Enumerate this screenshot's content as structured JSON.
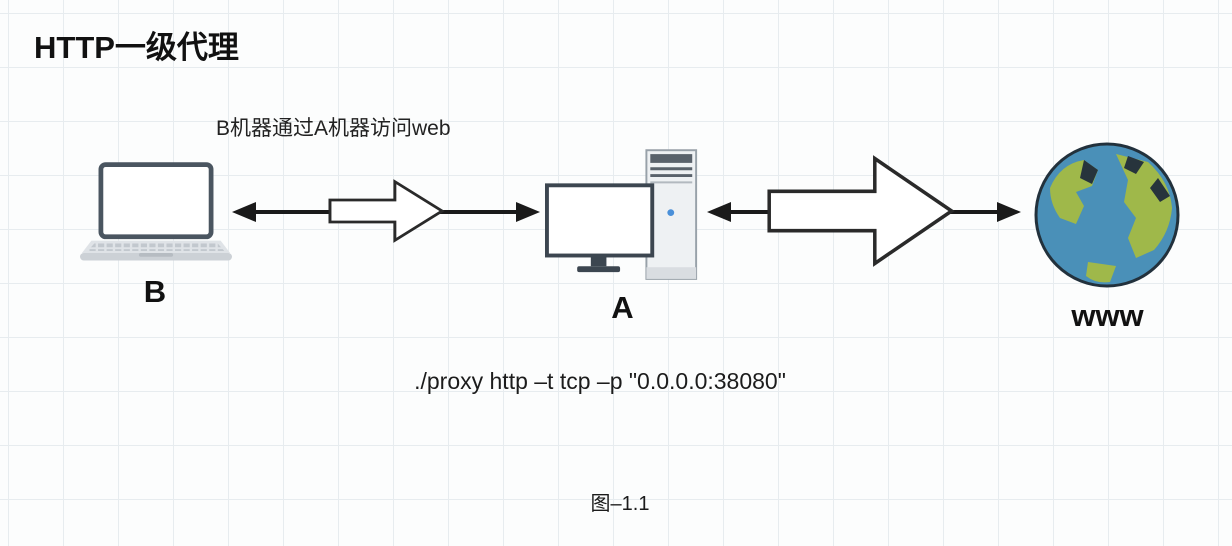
{
  "diagram": {
    "title": "HTTP一级代理",
    "subtitle": "B机器通过A机器访问web",
    "nodes": [
      {
        "id": "client-laptop",
        "label": "B"
      },
      {
        "id": "proxy-server",
        "label": "A"
      },
      {
        "id": "web",
        "label": "www"
      }
    ],
    "command": "./proxy http –t tcp –p \"0.0.0.0:38080\"",
    "caption": "图–1.1",
    "colors": {
      "grid": "#e7ecef",
      "arrow": "#1a1a1a",
      "block_arrow_fill": "#ffffff",
      "globe_ocean": "#4a90b8",
      "globe_land": "#9fb84a",
      "laptop_frame": "#4a5560",
      "tower_body": "#eef1f3",
      "power_led": "#4a90d9"
    }
  }
}
